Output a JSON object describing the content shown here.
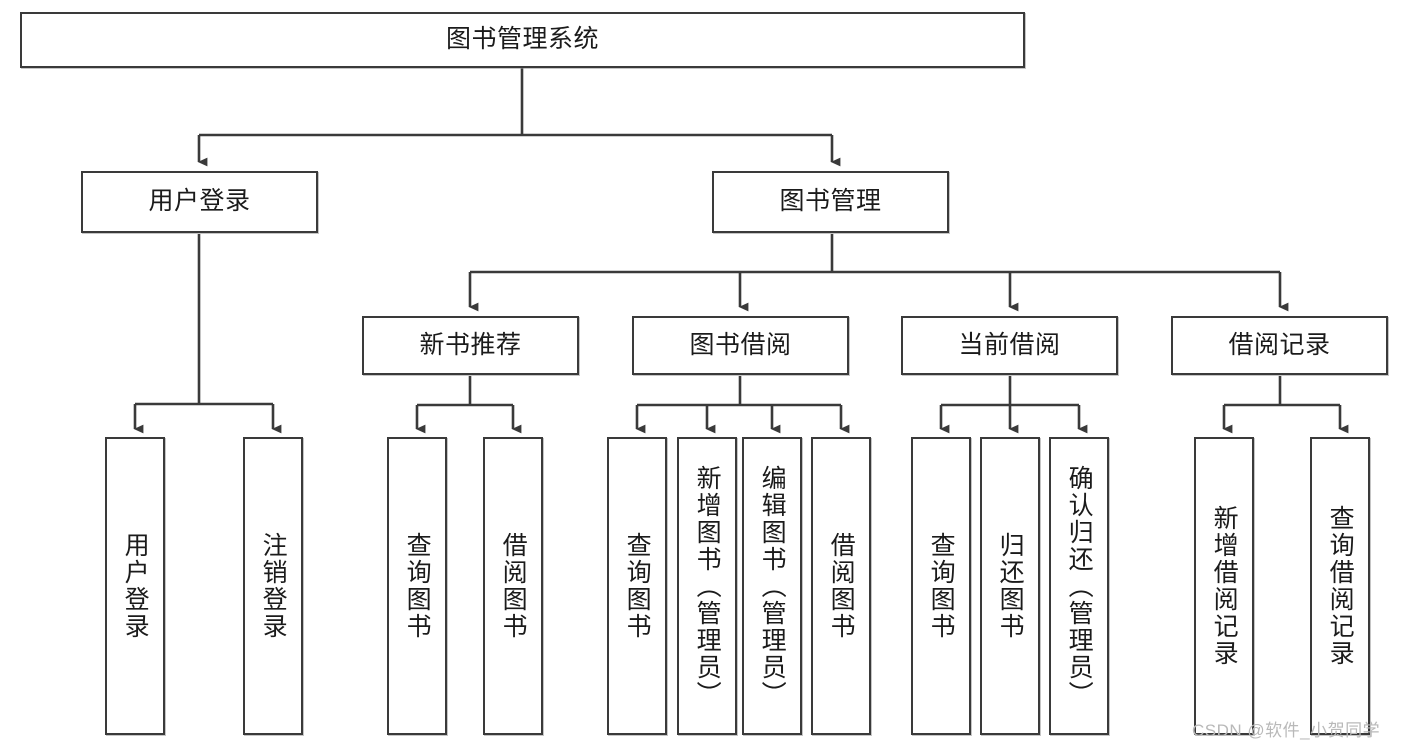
{
  "diagram": {
    "title": "图书管理系统",
    "type": "hierarchy-tree",
    "background_color": "#ffffff",
    "box_border_color": "#3a3a3a",
    "text_color": "#1b1b1b"
  },
  "nodes": {
    "root": {
      "label": "图书管理系统"
    },
    "level2": [
      {
        "label": "用户登录"
      },
      {
        "label": "图书管理"
      }
    ],
    "level3": [
      {
        "label": "新书推荐"
      },
      {
        "label": "图书借阅"
      },
      {
        "label": "当前借阅"
      },
      {
        "label": "借阅记录"
      }
    ],
    "leaves": [
      {
        "label": "用户登录",
        "parent": "用户登录"
      },
      {
        "label": "注销登录",
        "parent": "用户登录"
      },
      {
        "label": "查询图书",
        "parent": "新书推荐"
      },
      {
        "label": "借阅图书",
        "parent": "新书推荐"
      },
      {
        "label": "查询图书",
        "parent": "图书借阅"
      },
      {
        "label": "新增图书（管理员）",
        "parent": "图书借阅"
      },
      {
        "label": "编辑图书（管理员）",
        "parent": "图书借阅"
      },
      {
        "label": "借阅图书",
        "parent": "图书借阅"
      },
      {
        "label": "查询图书",
        "parent": "当前借阅"
      },
      {
        "label": "归还图书",
        "parent": "当前借阅"
      },
      {
        "label": "确认归还（管理员）",
        "parent": "当前借阅"
      },
      {
        "label": "新增借阅记录",
        "parent": "借阅记录"
      },
      {
        "label": "查询借阅记录",
        "parent": "借阅记录"
      }
    ]
  },
  "watermark": {
    "text": "CSDN @软件_小贺同学"
  }
}
